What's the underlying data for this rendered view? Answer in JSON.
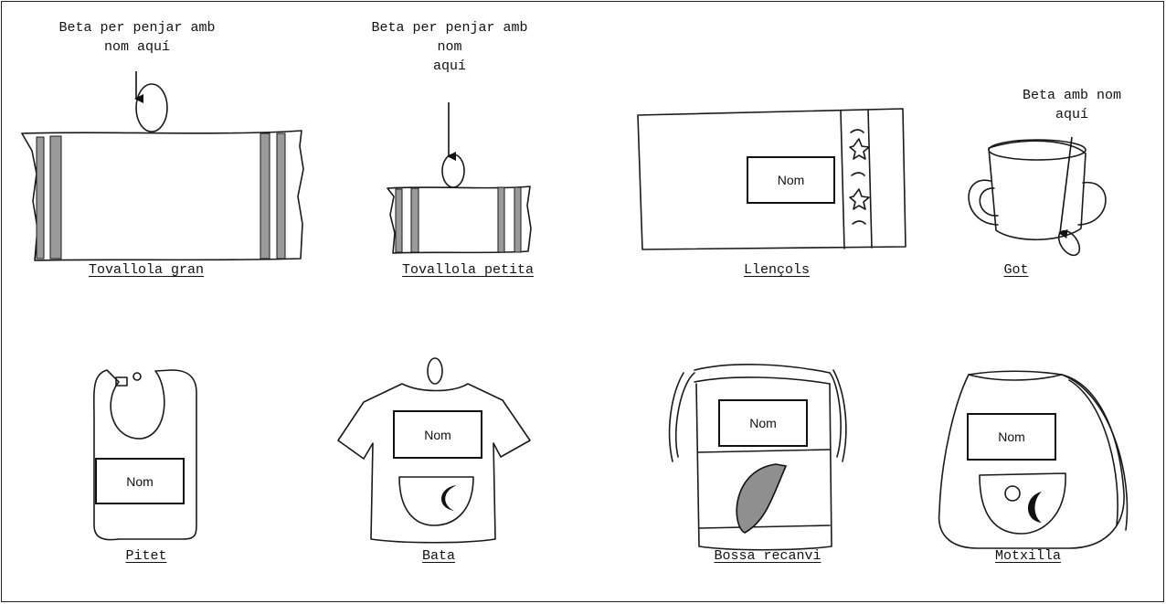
{
  "notes": {
    "hang_large": "Beta per penjar amb\nnom aquí",
    "hang_small": "Beta per penjar amb\nnom\naquí",
    "cup_loop": "Beta amb nom\naquí"
  },
  "name_box_label": "Nom",
  "items": [
    {
      "caption": "Tovallola gran",
      "icon": "large-towel"
    },
    {
      "caption": "Tovallola petita",
      "icon": "small-towel"
    },
    {
      "caption": "Llençols",
      "icon": "sheets"
    },
    {
      "caption": "Got",
      "icon": "cup"
    },
    {
      "caption": "Pitet",
      "icon": "bib"
    },
    {
      "caption": "Bata",
      "icon": "smock"
    },
    {
      "caption": "Bossa recanvi",
      "icon": "spare-bag"
    },
    {
      "caption": "Motxilla",
      "icon": "backpack"
    }
  ]
}
